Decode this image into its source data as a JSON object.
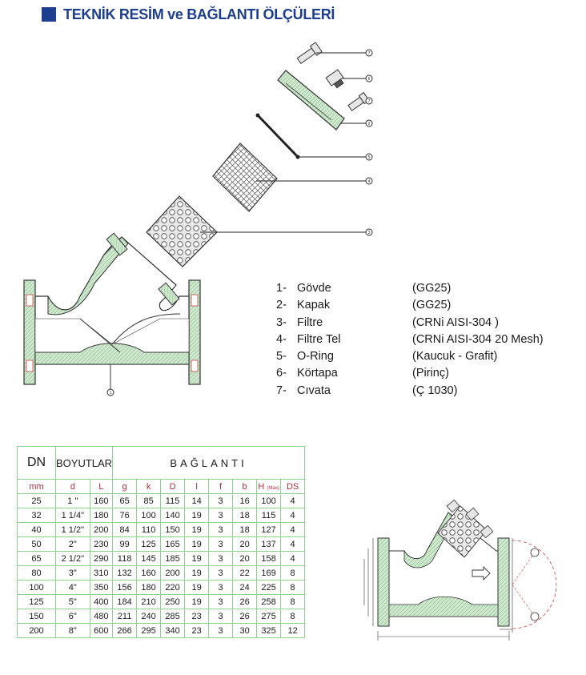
{
  "header": {
    "title": "TEKNİK RESİM ve BAĞLANTI ÖLÇÜLERİ"
  },
  "colors": {
    "title": "#1d3d8f",
    "body_fill": "#cfe9cf",
    "table_border": "#8fcf8f",
    "subheader_text": "#b03040"
  },
  "drawing": {
    "callouts": [
      {
        "label": "7"
      },
      {
        "label": "6"
      },
      {
        "label": "7"
      },
      {
        "label": "2"
      },
      {
        "label": "5"
      },
      {
        "label": "4"
      },
      {
        "label": "3"
      },
      {
        "label": "1"
      }
    ]
  },
  "parts": [
    {
      "no": "1-",
      "name": "Gövde",
      "material": "(GG25)"
    },
    {
      "no": "2-",
      "name": "Kapak",
      "material": "(GG25)"
    },
    {
      "no": "3-",
      "name": "Filtre",
      "material": "(CRNi AISI-304 )"
    },
    {
      "no": "4-",
      "name": "Filtre Tel",
      "material": "(CRNi AISI-304  20 Mesh)"
    },
    {
      "no": "5-",
      "name": "O-Ring",
      "material": "(Kaucuk - Grafit)"
    },
    {
      "no": "6-",
      "name": "Körtapa",
      "material": "(Pirinç)"
    },
    {
      "no": "7-",
      "name": "Cıvata",
      "material": "(Ç 1030)"
    }
  ],
  "table": {
    "dn_header": "DN",
    "boyutlar_header": "BOYUTLAR",
    "baglanti_header": "BAĞLANTI",
    "sub": {
      "mm": "mm",
      "d": "d",
      "L": "L",
      "g": "g",
      "k": "k",
      "D": "D",
      "l": "l",
      "f": "f",
      "b": "b",
      "H": "H",
      "hmax": "(Max)",
      "DS": "DS"
    },
    "rows": [
      [
        "25",
        "1 \"",
        "160",
        "65",
        "85",
        "115",
        "14",
        "3",
        "16",
        "100",
        "4"
      ],
      [
        "32",
        "1 1/4\"",
        "180",
        "76",
        "100",
        "140",
        "19",
        "3",
        "18",
        "115",
        "4"
      ],
      [
        "40",
        "1 1/2\"",
        "200",
        "84",
        "110",
        "150",
        "19",
        "3",
        "18",
        "127",
        "4"
      ],
      [
        "50",
        "2\"",
        "230",
        "99",
        "125",
        "165",
        "19",
        "3",
        "20",
        "137",
        "4"
      ],
      [
        "65",
        "2 1/2\"",
        "290",
        "118",
        "145",
        "185",
        "19",
        "3",
        "20",
        "158",
        "4"
      ],
      [
        "80",
        "3\"",
        "310",
        "132",
        "160",
        "200",
        "19",
        "3",
        "22",
        "169",
        "8"
      ],
      [
        "100",
        "4\"",
        "350",
        "156",
        "180",
        "220",
        "19",
        "3",
        "24",
        "225",
        "8"
      ],
      [
        "125",
        "5\"",
        "400",
        "184",
        "210",
        "250",
        "19",
        "3",
        "26",
        "258",
        "8"
      ],
      [
        "150",
        "6\"",
        "480",
        "211",
        "240",
        "285",
        "23",
        "3",
        "26",
        "275",
        "8"
      ],
      [
        "200",
        "8\"",
        "600",
        "266",
        "295",
        "340",
        "23",
        "3",
        "30",
        "325",
        "12"
      ]
    ]
  }
}
